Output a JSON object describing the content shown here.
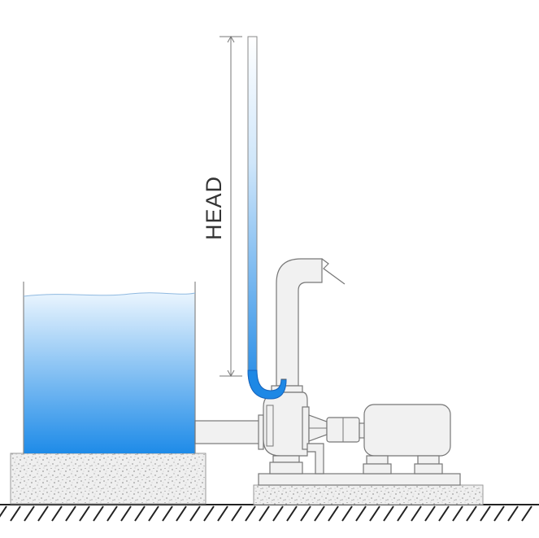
{
  "diagram": {
    "head_label": "HEAD"
  },
  "colors": {
    "water_top": "#e6f3fd",
    "water_bottom": "#1f8be8",
    "water_dark": "#1e88e5",
    "equipment_fill": "#f1f1f1",
    "equipment_stroke": "#777777",
    "concrete_fill": "#ececec",
    "ground": "#222222"
  },
  "icons": [
    "tank",
    "suction-pipe",
    "centrifugal-pump",
    "coupling",
    "electric-motor",
    "discharge-pipe",
    "piezometer-tube",
    "concrete-base",
    "ground-hatching"
  ]
}
